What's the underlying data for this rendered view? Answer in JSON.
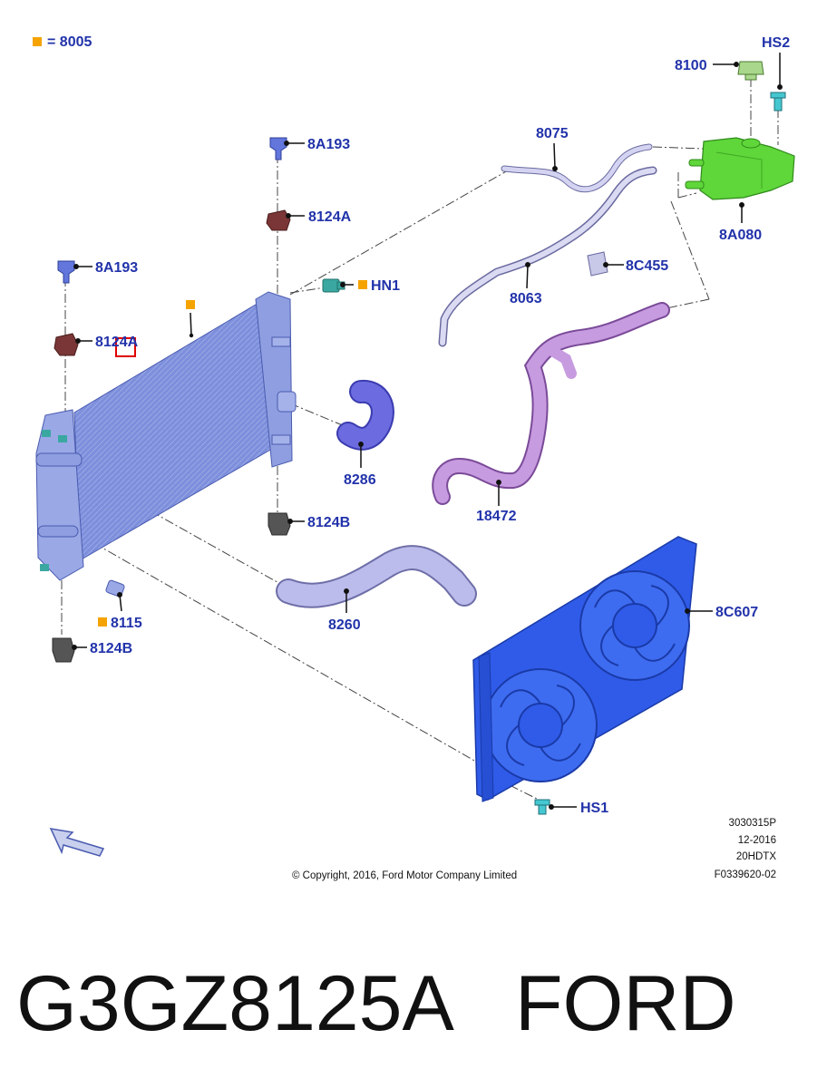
{
  "legend": {
    "marker_color": "#f5a300",
    "equals_text": "= 8005"
  },
  "callouts": {
    "hs2": "HS2",
    "c8100": "8100",
    "c8075": "8075",
    "c8a193_top": "8A193",
    "c8124a_top": "8124A",
    "c8a080": "8A080",
    "c8c455": "8C455",
    "c8a193_left": "8A193",
    "hn1": "HN1",
    "c8063": "8063",
    "c8124a_left": "8124A",
    "c8286": "8286",
    "c18472": "18472",
    "c8124b_right": "8124B",
    "c8c607": "8C607",
    "c8115": "8115",
    "c8260": "8260",
    "c8124b_left": "8124B",
    "hs1": "HS1"
  },
  "info_block": {
    "line1": "3030315P",
    "line2": "12-2016",
    "line3": "20HDTX",
    "line4": "F0339620-02"
  },
  "copyright": "© Copyright, 2016, Ford Motor Company Limited",
  "footer": {
    "part_number": "G3GZ8125A",
    "brand": "FORD"
  },
  "colors": {
    "label_text": "#2233aa",
    "radiator": "#7d8fdc",
    "fan_shroud": "#2f5be8",
    "reservoir": "#5fd63a",
    "hose_18472": "#c79be0",
    "hose_8286": "#6c6ce0",
    "hose_8260": "#bcbcec",
    "tube_8063": "#d8d8f0",
    "mount_brown": "#7a3636",
    "mount_grey": "#555555",
    "connector_teal": "#3aa8a0",
    "highlight_box": "#e00000"
  }
}
